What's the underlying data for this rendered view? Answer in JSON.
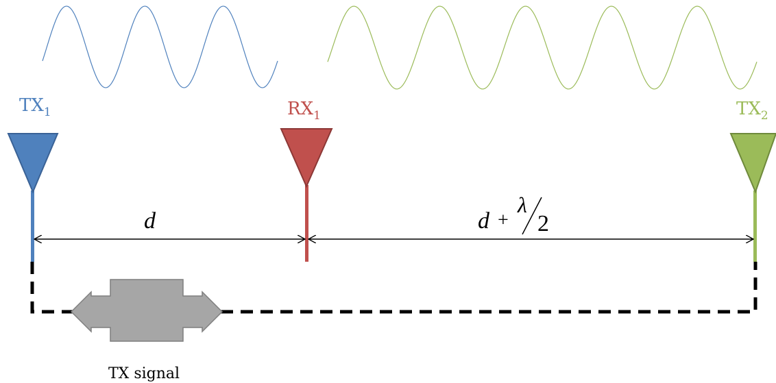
{
  "colors": {
    "tx1": "#4f81bd",
    "tx1_dark": "#3a6296",
    "rx1": "#c0504d",
    "rx1_dark": "#8c3836",
    "tx2": "#9bbb59",
    "tx2_dark": "#6f8a3c",
    "wave1": "#4f81bd",
    "wave2": "#9bbb59",
    "signal_block": "#a6a6a6",
    "line": "#000000"
  },
  "labels": {
    "tx1": {
      "main": "TX",
      "sub": "1"
    },
    "rx1": {
      "main": "RX",
      "sub": "1"
    },
    "tx2": {
      "main": "TX",
      "sub": "2"
    }
  },
  "distances": {
    "left": "d",
    "right_d": "d",
    "right_plus": "+",
    "right_num": "λ",
    "right_den": "2"
  },
  "signal": {
    "caption": "TX signal"
  }
}
